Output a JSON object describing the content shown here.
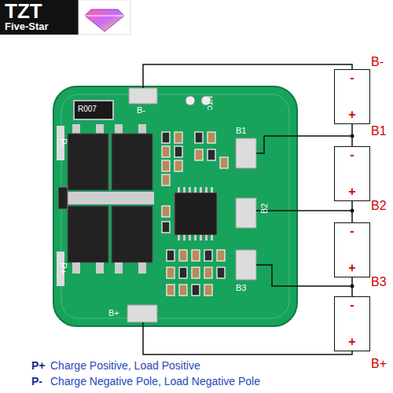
{
  "diagram": {
    "nodes": [
      {
        "text": [
          "-",
          "+"
        ]
      },
      {
        "text": [
          "-",
          "+"
        ]
      },
      {
        "text": [
          "-",
          "+"
        ]
      },
      {
        "text": [
          "-",
          "+"
        ]
      }
    ],
    "edges": [
      {
        "from": 0,
        "to": 1,
        "arrow": "none"
      },
      {
        "from": 1,
        "to": 2,
        "arrow": "none"
      },
      {
        "from": 2,
        "to": 3,
        "arrow": "none"
      }
    ],
    "labels": [
      "TZT",
      "Five-Star",
      "R007",
      "B-",
      "NTC",
      "B1",
      "B2",
      "B3",
      "B+",
      "P-",
      "P+",
      "B-",
      "B1",
      "B2",
      "B3",
      "B+",
      "P+",
      "Charge Positive, Load Positive",
      "P-",
      "Charge Negative Pole, Load Negative Pole"
    ]
  }
}
